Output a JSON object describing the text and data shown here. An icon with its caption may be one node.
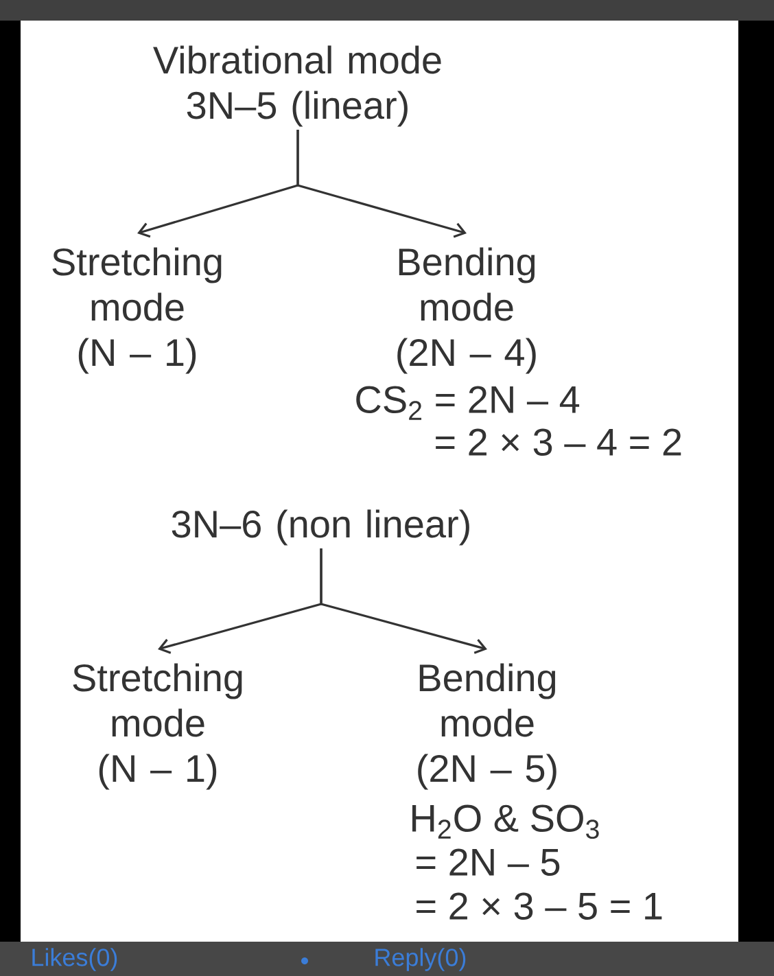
{
  "diagram": {
    "nodes": [
      {
        "text": [
          "Vibrational mode",
          "3N–5 (linear)"
        ]
      },
      {
        "text": [
          "Stretching mode",
          "(N – 1)"
        ]
      },
      {
        "text": [
          "Bending mode",
          "(2N – 4)"
        ],
        "beside": [
          "CS$_{2}$ = 2N – 4",
          "= 2 × 3 – 4 = 2"
        ]
      },
      {
        "text": [
          "3N–6 (non linear)"
        ]
      },
      {
        "text": [
          "Stretching mode",
          "(N – 1)"
        ]
      },
      {
        "text": [
          "Bending mode",
          "(2N – 5)"
        ],
        "beside": [
          "H$_{2}$O & SO$_{3}$",
          "= 2N – 5",
          "= 2 × 3 – 5 = 1"
        ]
      }
    ],
    "edges": [
      {
        "from": 0,
        "to": 1,
        "arrow": "to"
      },
      {
        "from": 0,
        "to": 2,
        "arrow": "to"
      },
      {
        "from": 3,
        "to": 4,
        "arrow": "to"
      },
      {
        "from": 3,
        "to": 5,
        "arrow": "to"
      }
    ],
    "labels": [
      "Likes(0)",
      "Reply(0)"
    ]
  }
}
